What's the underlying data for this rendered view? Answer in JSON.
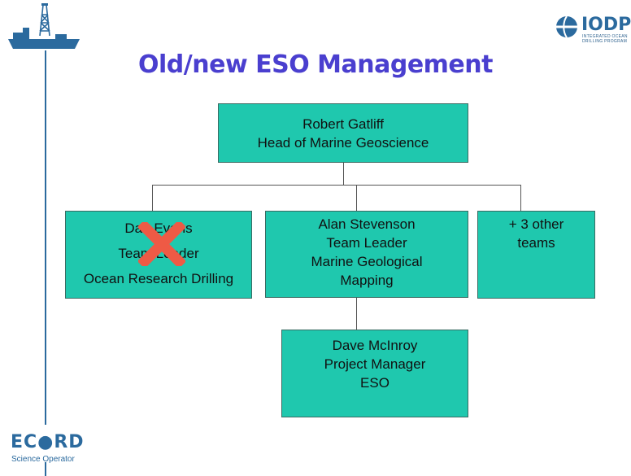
{
  "title": "Old/new ESO Management",
  "logos": {
    "iodp_text": "IODP",
    "iodp_sub": "INTEGRATED OCEAN DRILLING PROGRAM",
    "ecord_text": "EC●RD",
    "ecord_sub": "Science Operator"
  },
  "colors": {
    "title": "#4a3fcf",
    "box_fill": "#1fc8ae",
    "cross": "#ee5a45",
    "brand_blue": "#2b6a9e"
  },
  "nodes": {
    "head": {
      "line1": "Robert Gatliff",
      "line2": "Head of Marine Geoscience"
    },
    "evans": {
      "line1": "Dan Evans",
      "line2": "Team Leader",
      "line3": "Ocean Research Drilling",
      "crossed_out": true
    },
    "stevenson": {
      "line1": "Alan Stevenson",
      "line2": "Team Leader",
      "line3": "Marine Geological",
      "line4": "Mapping"
    },
    "other": {
      "line1": "+ 3 other",
      "line2": "teams"
    },
    "mcinroy": {
      "line1": "Dave McInroy",
      "line2": "Project Manager",
      "line3": "ESO"
    }
  }
}
